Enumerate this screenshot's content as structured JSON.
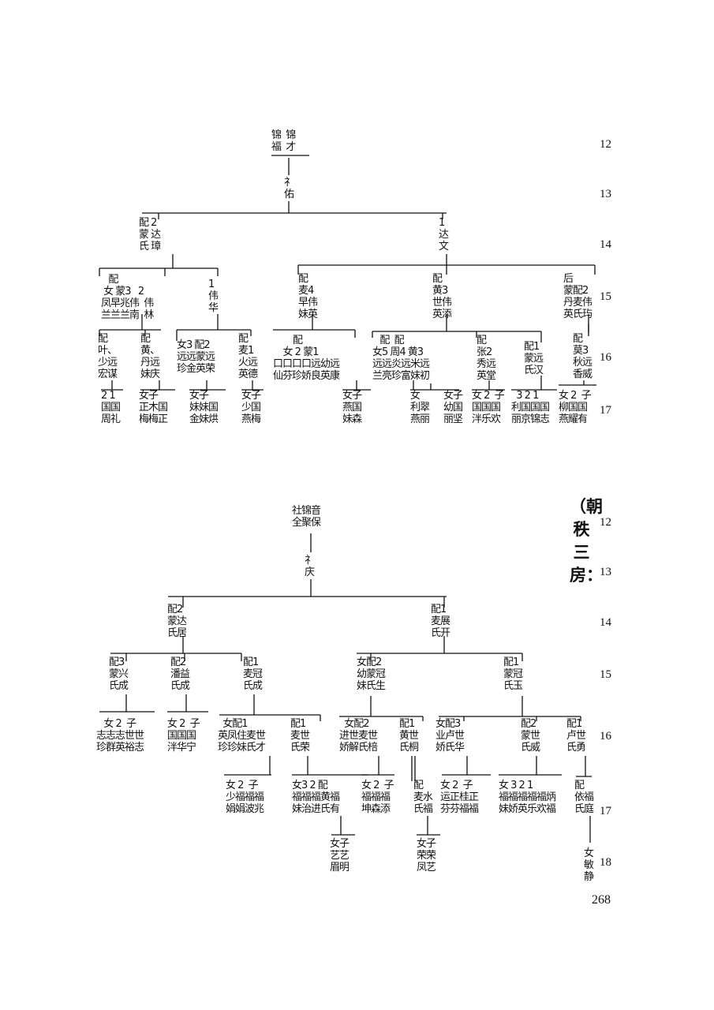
{
  "page_number": "268",
  "side_title": "（朝秩三房：",
  "sections": [
    {
      "generations": [
        "12",
        "13",
        "14",
        "15",
        "16",
        "17"
      ],
      "nodes": [
        {
          "lines": [
            "锦  锦",
            "福  才"
          ]
        },
        {
          "lines": [
            "礻",
            "佑"
          ]
        },
        {
          "lines": [
            "配 2",
            "蒙 达",
            "氏 璋"
          ]
        },
        {
          "lines": [
            "1",
            "达",
            "文"
          ]
        },
        {
          "lines": [
            "   配",
            " 女 蒙3   2",
            "凤早兆伟  伟",
            "兰兰兰南  林"
          ]
        },
        {
          "lines": [
            "1",
            "伟",
            "华"
          ]
        },
        {
          "lines": [
            "配",
            "麦4",
            "早伟",
            "妹英"
          ]
        },
        {
          "lines": [
            "配",
            "黄3",
            "世伟",
            "英添"
          ]
        },
        {
          "lines": [
            "后",
            "蒙配2",
            "丹麦伟",
            "英氏玙"
          ]
        },
        {
          "lines": [
            "配",
            "叶、",
            "少远",
            "宏谋"
          ]
        },
        {
          "lines": [
            "配",
            "黄、",
            "丹远",
            "妹庆"
          ]
        },
        {
          "lines": [
            "女3 配2",
            "远远蒙远",
            "珍金英荣"
          ]
        },
        {
          "lines": [
            "配",
            "麦1",
            "火远",
            "英德"
          ]
        },
        {
          "lines": [
            "        配",
            "    女 2 蒙1",
            "口口口口远幼远",
            "仙芬珍娇良英康"
          ]
        },
        {
          "lines": [
            "   配  配",
            "女5 周4 黄3",
            "远远炎远米远",
            "兰亮珍富妹初"
          ]
        },
        {
          "lines": [
            "配",
            "张2",
            "秀远",
            "英堂"
          ]
        },
        {
          "lines": [
            "配1",
            "蒙远",
            "氏汉"
          ]
        },
        {
          "lines": [
            "配",
            "莫3",
            "秋远",
            "香威"
          ]
        },
        {
          "lines": [
            "2 1",
            "国国",
            "周礼"
          ]
        },
        {
          "lines": [
            "女子",
            "正木国",
            "梅梅正"
          ]
        },
        {
          "lines": [
            "女子",
            "妹妹国",
            "金妹烘"
          ]
        },
        {
          "lines": [
            "女子",
            "少国",
            "燕梅"
          ]
        },
        {
          "lines": [
            "女子",
            "燕国",
            "妹森"
          ]
        },
        {
          "lines": [
            "女",
            "利翠",
            "燕丽"
          ]
        },
        {
          "lines": [
            "女子",
            "幼国",
            "丽坚"
          ]
        },
        {
          "lines": [
            "女 2  子",
            "国国国",
            "泮乐欢"
          ]
        },
        {
          "lines": [
            "  3 2 1",
            "利国国国",
            "丽京锦志"
          ]
        },
        {
          "lines": [
            "女 2  子",
            "柳国国",
            "燕耀有"
          ]
        }
      ]
    },
    {
      "generations": [
        "12",
        "13",
        "14",
        "15",
        "16",
        "17",
        "18"
      ],
      "nodes": [
        {
          "lines": [
            "社锦音",
            "全聚保"
          ]
        },
        {
          "lines": [
            "礻",
            "庆"
          ]
        },
        {
          "lines": [
            "配2",
            "蒙达",
            "氏居"
          ]
        },
        {
          "lines": [
            "配1",
            "麦展",
            "氏开"
          ]
        },
        {
          "lines": [
            "配3",
            "蒙兴",
            "氏成"
          ]
        },
        {
          "lines": [
            "配2",
            "潘益",
            "氏成"
          ]
        },
        {
          "lines": [
            "配1",
            "麦冠",
            "氏成"
          ]
        },
        {
          "lines": [
            "女配2",
            "幼蒙冠",
            "妹氏生"
          ]
        },
        {
          "lines": [
            "配1",
            "蒙冠",
            "氏玉"
          ]
        },
        {
          "lines": [
            "   女 2  子",
            "志志志世世",
            "珍群英裕志"
          ]
        },
        {
          "lines": [
            "女 2  子",
            "国国国",
            "泮华宁"
          ]
        },
        {
          "lines": [
            "  女配1",
            "英凤住麦世",
            "珍珍妹氏才"
          ]
        },
        {
          "lines": [
            "配1",
            "麦世",
            "氏荣"
          ]
        },
        {
          "lines": [
            "  女配2",
            "进世麦世",
            "娇解氏棓"
          ]
        },
        {
          "lines": [
            "配1",
            "黄世",
            "氏桐"
          ]
        },
        {
          "lines": [
            "女配3",
            "业卢世",
            "娇氏华"
          ]
        },
        {
          "lines": [
            "配2",
            "蒙世",
            "氏威"
          ]
        },
        {
          "lines": [
            "配1",
            "卢世",
            "氏勇"
          ]
        },
        {
          "lines": [
            "女 2  子",
            "少福福福",
            "娟娟波兆"
          ]
        },
        {
          "lines": [
            "女3 2 配",
            "福福福黄福",
            "妹治进氏有"
          ]
        },
        {
          "lines": [
            "女 2  子",
            "福福福",
            "坤森添"
          ]
        },
        {
          "lines": [
            "配",
            "麦水",
            "氏福"
          ]
        },
        {
          "lines": [
            "女 2  子",
            "运正桂正",
            "芬芬福福"
          ]
        },
        {
          "lines": [
            "女 3 2 1",
            "福福福福福炳",
            "妹娇英乐欢福"
          ]
        },
        {
          "lines": [
            "配",
            "依福",
            "氏庭"
          ]
        },
        {
          "lines": [
            "女子",
            "艺艺",
            "眉明"
          ]
        },
        {
          "lines": [
            "女子",
            "荣荣",
            "凤艺"
          ]
        },
        {
          "lines": [
            "女",
            "敏",
            "静"
          ]
        }
      ]
    }
  ]
}
